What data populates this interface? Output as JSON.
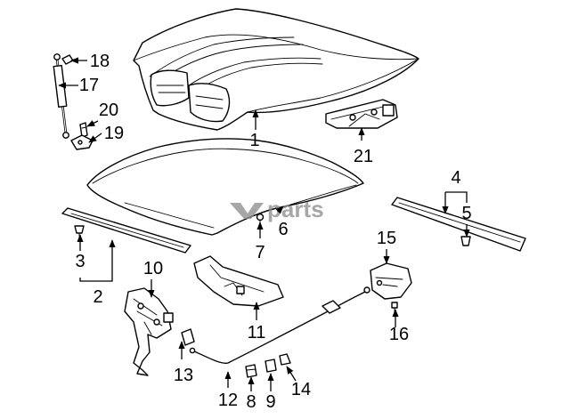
{
  "watermark": {
    "text": "parts",
    "color": "#8a8a8a"
  },
  "callouts": [
    {
      "number": "1"
    },
    {
      "number": "2"
    },
    {
      "number": "3"
    },
    {
      "number": "4"
    },
    {
      "number": "5"
    },
    {
      "number": "6"
    },
    {
      "number": "7"
    },
    {
      "number": "8"
    },
    {
      "number": "9"
    },
    {
      "number": "10"
    },
    {
      "number": "11"
    },
    {
      "number": "12"
    },
    {
      "number": "13"
    },
    {
      "number": "14"
    },
    {
      "number": "15"
    },
    {
      "number": "16"
    },
    {
      "number": "17"
    },
    {
      "number": "18"
    },
    {
      "number": "19"
    },
    {
      "number": "20"
    },
    {
      "number": "21"
    }
  ]
}
